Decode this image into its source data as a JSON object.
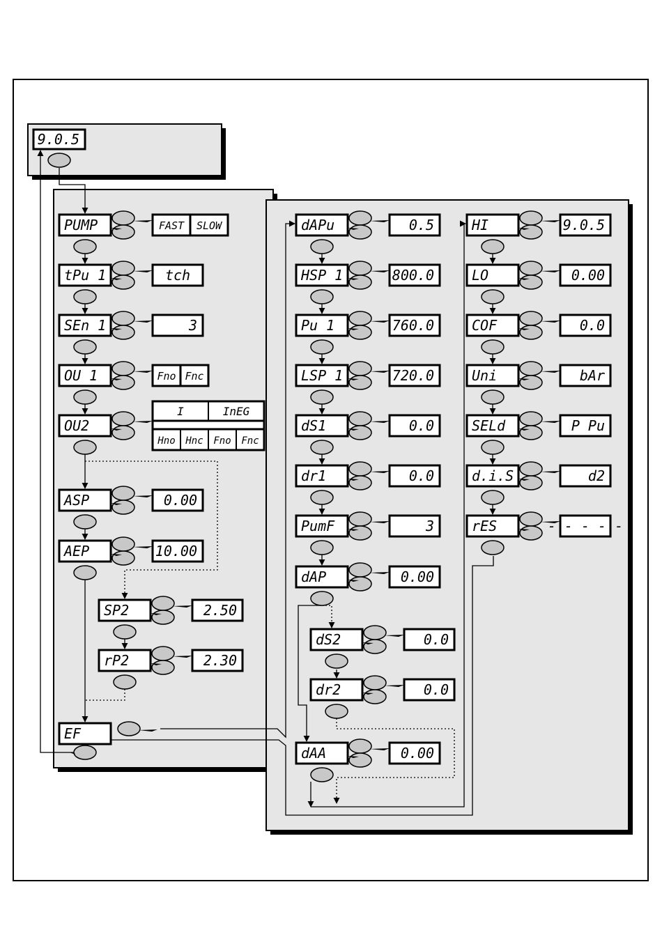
{
  "top": {
    "display": "9.0.5"
  },
  "left_panel": {
    "params": [
      {
        "id": "pump",
        "label": "PUMP",
        "values": [
          "FAST",
          "SLOW"
        ]
      },
      {
        "id": "tpu1",
        "label": "tPu 1",
        "values": [
          "tch"
        ]
      },
      {
        "id": "sen1",
        "label": "SEn 1",
        "values": [
          "3"
        ]
      },
      {
        "id": "ou1",
        "label": "OU 1",
        "values": [
          "Fno",
          "Fnc"
        ]
      },
      {
        "id": "ou2",
        "label": "OU2"
      },
      {
        "id": "asp",
        "label": "ASP",
        "values": [
          "0.00"
        ]
      },
      {
        "id": "aep",
        "label": "AEP",
        "values": [
          "10.00"
        ]
      },
      {
        "id": "sp2",
        "label": "SP2",
        "values": [
          "2.50"
        ]
      },
      {
        "id": "rp2",
        "label": "rP2",
        "values": [
          "2.30"
        ]
      },
      {
        "id": "ef",
        "label": "EF"
      }
    ],
    "ou2_options": {
      "top": [
        "I",
        "InEG"
      ],
      "bottom": [
        "Hno",
        "Hnc",
        "Fno",
        "Fnc"
      ]
    }
  },
  "middle_column": [
    {
      "id": "dapu",
      "label": "dAPu",
      "value": "0.5"
    },
    {
      "id": "hsp1",
      "label": "HSP 1",
      "value": "800.0"
    },
    {
      "id": "pu1",
      "label": "Pu 1",
      "value": "760.0"
    },
    {
      "id": "lsp1",
      "label": "LSP 1",
      "value": "720.0"
    },
    {
      "id": "ds1",
      "label": "dS1",
      "value": "0.0"
    },
    {
      "id": "dr1",
      "label": "dr1",
      "value": "0.0"
    },
    {
      "id": "pumf",
      "label": "PumF",
      "value": "3"
    },
    {
      "id": "dap",
      "label": "dAP",
      "value": "0.00"
    },
    {
      "id": "ds2",
      "label": "dS2",
      "value": "0.0"
    },
    {
      "id": "dr2",
      "label": "dr2",
      "value": "0.0"
    },
    {
      "id": "daa",
      "label": "dAA",
      "value": "0.00"
    }
  ],
  "right_column": [
    {
      "id": "hi",
      "label": "HI",
      "value": "9.0.5"
    },
    {
      "id": "lo",
      "label": "LO",
      "value": "0.00"
    },
    {
      "id": "cof",
      "label": "COF",
      "value": "0.0"
    },
    {
      "id": "uni",
      "label": "Uni",
      "value": "bAr"
    },
    {
      "id": "seld",
      "label": "SELd",
      "value": "P Pu"
    },
    {
      "id": "dis",
      "label": "d.i.S",
      "value": "d2"
    },
    {
      "id": "res",
      "label": "rES",
      "value": "- - - - -"
    }
  ]
}
